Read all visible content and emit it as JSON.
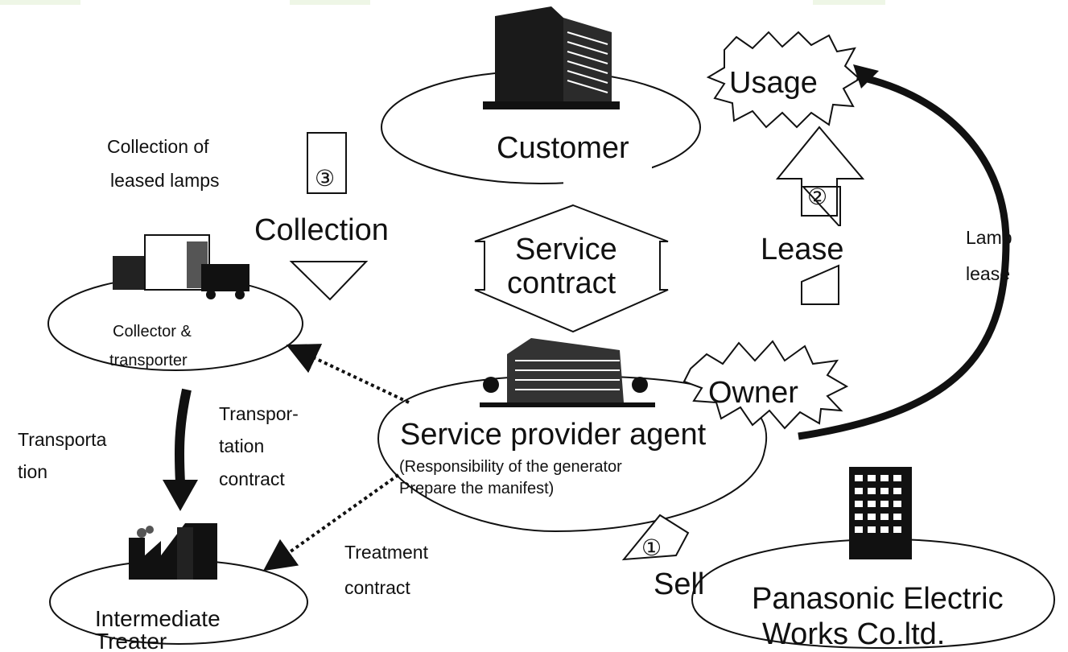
{
  "labels": {
    "customer": "Customer",
    "usage": "Usage",
    "collection_note_line1": "Collection of",
    "collection_note_line2": "leased lamps",
    "step3": "③",
    "collection": "Collection",
    "service_contract_line1": "Service",
    "service_contract_line2": "contract",
    "step2": "②",
    "lease": "Lease",
    "lamp_lease_line1": "Lamp",
    "lamp_lease_line2": "lease",
    "collector_line1": "Collector &",
    "collector_line2": "transporter",
    "owner": "Owner",
    "transportation_line1": "Transporta",
    "transportation_line2": "tion",
    "transport_contract_line1": "Transpor-",
    "transport_contract_line2": "tation",
    "transport_contract_line3": "contract",
    "agent_title": "Service provider agent",
    "agent_note_line1": "(Responsibility of the generator",
    "agent_note_line2": "Prepare the manifest)",
    "step1": "①",
    "treatment_line1": "Treatment",
    "treatment_line2": "contract",
    "sell": "Sell",
    "treater_line1": "Intermediate",
    "treater_line2": "Treater",
    "panasonic_line1": "Panasonic Electric",
    "panasonic_line2": "Works Co.ltd."
  }
}
